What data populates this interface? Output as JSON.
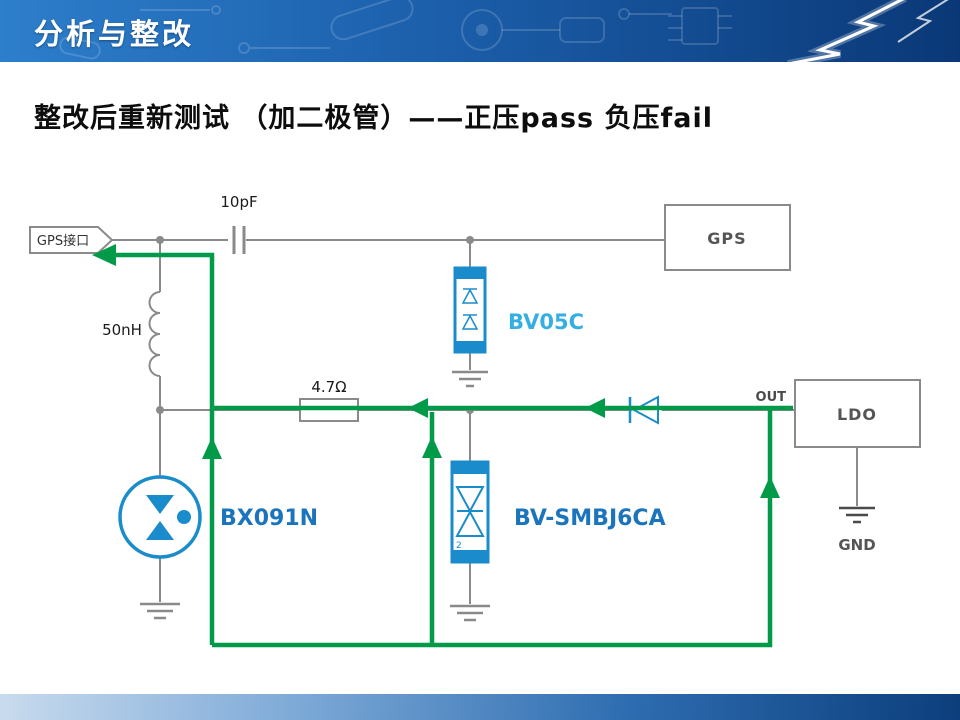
{
  "header": {
    "title": "分析与整改"
  },
  "subtitle": "整改后重新测试 （加二极管）——正压pass  负压fail",
  "diagram": {
    "port_label": "GPS接口",
    "capacitor_label": "10pF",
    "inductor_label": "50nH",
    "resistor_label": "4.7Ω",
    "gps_box_label": "GPS",
    "bv05c_label": "BV05C",
    "bx091n_label": "BX091N",
    "smbj_label": "BV-SMBJ6CA",
    "smbj_pin_label": "2",
    "out_label": "OUT",
    "ldo_label": "LDO",
    "gnd_label": "GND",
    "colors": {
      "wire_gray": "#8a8a8a",
      "component_blue": "#1a8ccc",
      "bv05c_text": "#35aee2",
      "part_text_blue": "#1b75bc",
      "surge_green": "#009a49",
      "header_blue": "#1c5fab"
    }
  }
}
